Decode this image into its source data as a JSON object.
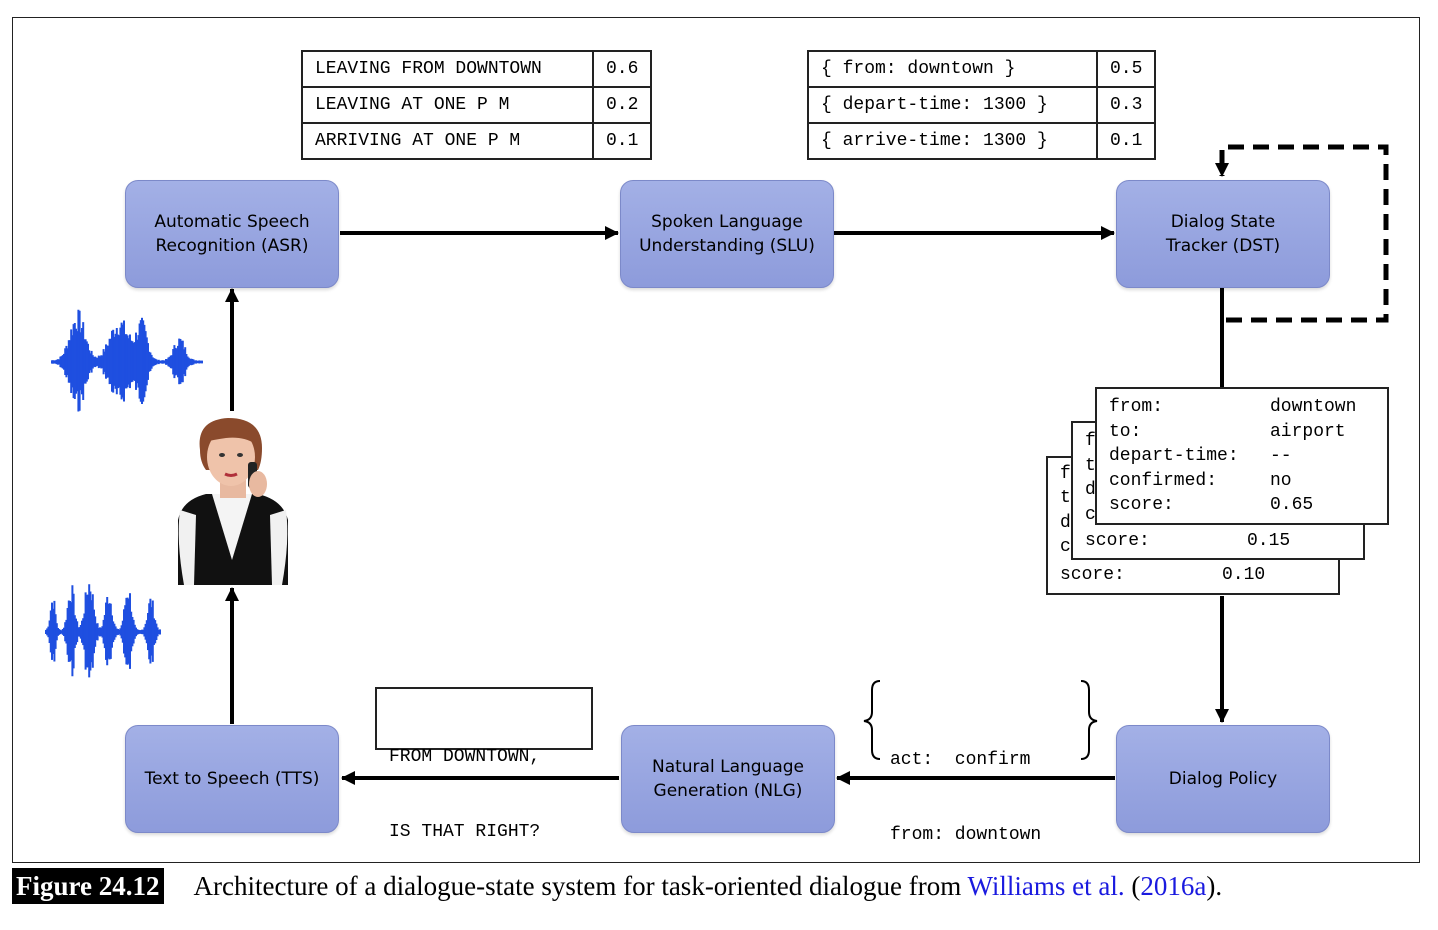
{
  "modules": {
    "asr": {
      "line1": "Automatic Speech",
      "line2": "Recognition (ASR)"
    },
    "slu": {
      "line1": "Spoken Language",
      "line2": "Understanding (SLU)"
    },
    "dst": {
      "line1": "Dialog State",
      "line2": "Tracker (DST)"
    },
    "policy": {
      "line1": "Dialog Policy"
    },
    "nlg": {
      "line1": "Natural Language",
      "line2": "Generation (NLG)"
    },
    "tts": {
      "line1": "Text to Speech (TTS)"
    }
  },
  "asr_hypotheses": [
    {
      "text": "LEAVING FROM DOWNTOWN",
      "score": "0.6"
    },
    {
      "text": "LEAVING AT ONE P M",
      "score": "0.2"
    },
    {
      "text": "ARRIVING AT ONE P M",
      "score": "0.1"
    }
  ],
  "slu_hypotheses": [
    {
      "text": "{ from: downtown }",
      "score": "0.5"
    },
    {
      "text": "{ depart-time: 1300 }",
      "score": "0.3"
    },
    {
      "text": "{ arrive-time: 1300 }",
      "score": "0.1"
    }
  ],
  "dialog_states": {
    "front": {
      "rows": [
        {
          "key": "from:",
          "value": "downtown"
        },
        {
          "key": "to:",
          "value": "airport"
        },
        {
          "key": "depart-time:",
          "value": "--"
        },
        {
          "key": "confirmed:",
          "value": "no"
        },
        {
          "key": "score:",
          "value": "0.65"
        }
      ]
    },
    "middle": {
      "peek": [
        "f",
        "t",
        "d",
        "c"
      ],
      "score_key": "score:",
      "score_value": "0.15"
    },
    "back": {
      "peek": [
        "f",
        "t",
        "d",
        "c"
      ],
      "score_key": "score:",
      "score_value": "0.10"
    }
  },
  "policy_act": {
    "line1": "act:  confirm",
    "line2": "from: downtown"
  },
  "system_output": {
    "line1": "FROM DOWNTOWN,",
    "line2": "IS THAT RIGHT?"
  },
  "caption": {
    "label": "Figure 24.12",
    "text": "Architecture of a dialogue-state system for task-oriented dialogue from ",
    "cite_author": "Williams et al.",
    "cite_open": " (",
    "cite_year": "2016a",
    "cite_close": ")."
  },
  "colors": {
    "module_fill": "#97a4df",
    "waveform": "#1f4fe0",
    "cite_link": "#1a1adf"
  },
  "icons": {
    "input_speech": "waveform-icon",
    "output_speech": "waveform-icon",
    "user": "person-on-phone-icon"
  }
}
